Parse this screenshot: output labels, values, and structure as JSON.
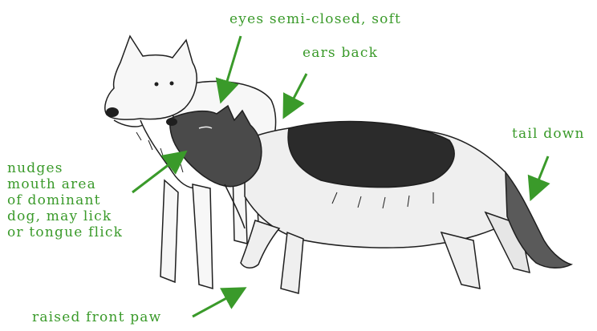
{
  "colors": {
    "annotation": "#3a9a2a",
    "ink": "#1f1f1f",
    "light_fur": "#f4f4f4",
    "dark_fur": "#2b2b2b"
  },
  "annotations": {
    "eyes": "eyes semi-closed, soft",
    "ears": "ears back",
    "tail": "tail down",
    "nudges": [
      "nudges",
      "mouth area",
      "of dominant",
      "dog, may lick",
      "or tongue flick"
    ],
    "paw": "raised front paw"
  },
  "subjects": {
    "dominant_dog": "white-dog-illustration",
    "submissive_dog": "german-shepherd-illustration"
  }
}
